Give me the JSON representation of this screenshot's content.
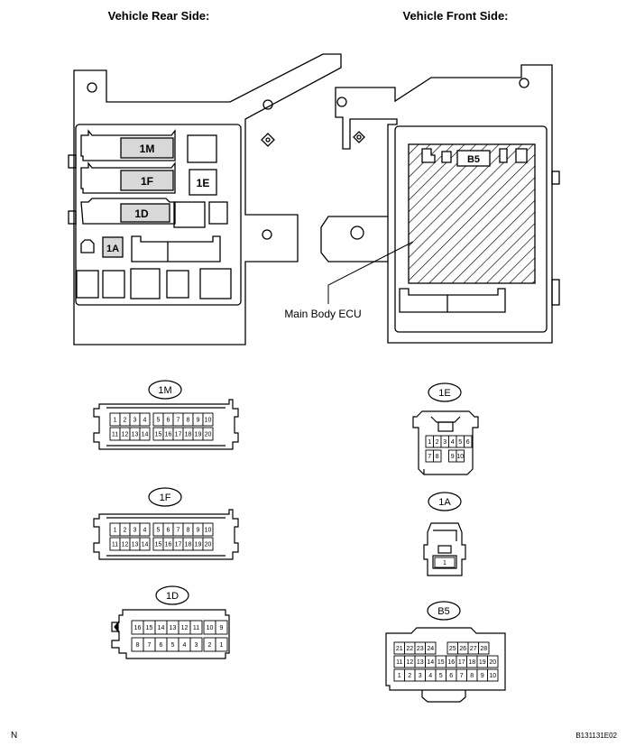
{
  "header": {
    "rear_title": "Vehicle Rear Side:",
    "front_title": "Vehicle Front Side:"
  },
  "rear_panel": {
    "connector_labels": [
      "1M",
      "1F",
      "1E",
      "1D",
      "1A"
    ]
  },
  "front_panel": {
    "connector_label": "B5",
    "callout": "Main Body ECU"
  },
  "connectors": {
    "c1M": {
      "label": "1M",
      "top": [
        "1",
        "2",
        "3",
        "4",
        "5",
        "6",
        "7",
        "8",
        "9",
        "10"
      ],
      "bottom": [
        "11",
        "12",
        "13",
        "14",
        "15",
        "16",
        "17",
        "18",
        "19",
        "20"
      ]
    },
    "c1F": {
      "label": "1F",
      "top": [
        "1",
        "2",
        "3",
        "4",
        "5",
        "6",
        "7",
        "8",
        "9",
        "10"
      ],
      "bottom": [
        "11",
        "12",
        "13",
        "14",
        "15",
        "16",
        "17",
        "18",
        "19",
        "20"
      ]
    },
    "c1D": {
      "label": "1D",
      "top": [
        "16",
        "15",
        "14",
        "13",
        "12",
        "11",
        "10",
        "9"
      ],
      "bottom": [
        "8",
        "7",
        "6",
        "5",
        "4",
        "3",
        "2",
        "1"
      ]
    },
    "c1E": {
      "label": "1E",
      "top": [
        "1",
        "2",
        "3",
        "4",
        "5",
        "6"
      ],
      "bottom": [
        "7",
        "8",
        "9",
        "10"
      ]
    },
    "c1A": {
      "label": "1A",
      "pin": "1"
    },
    "cB5": {
      "label": "B5",
      "row1": [
        "21",
        "22",
        "23",
        "24",
        "25",
        "26",
        "27",
        "28"
      ],
      "row2": [
        "11",
        "12",
        "13",
        "14",
        "15",
        "16",
        "17",
        "18",
        "19",
        "20"
      ],
      "row3": [
        "1",
        "2",
        "3",
        "4",
        "5",
        "6",
        "7",
        "8",
        "9",
        "10"
      ]
    }
  },
  "footer": {
    "left_mark": "N",
    "code": "B131131E02"
  }
}
